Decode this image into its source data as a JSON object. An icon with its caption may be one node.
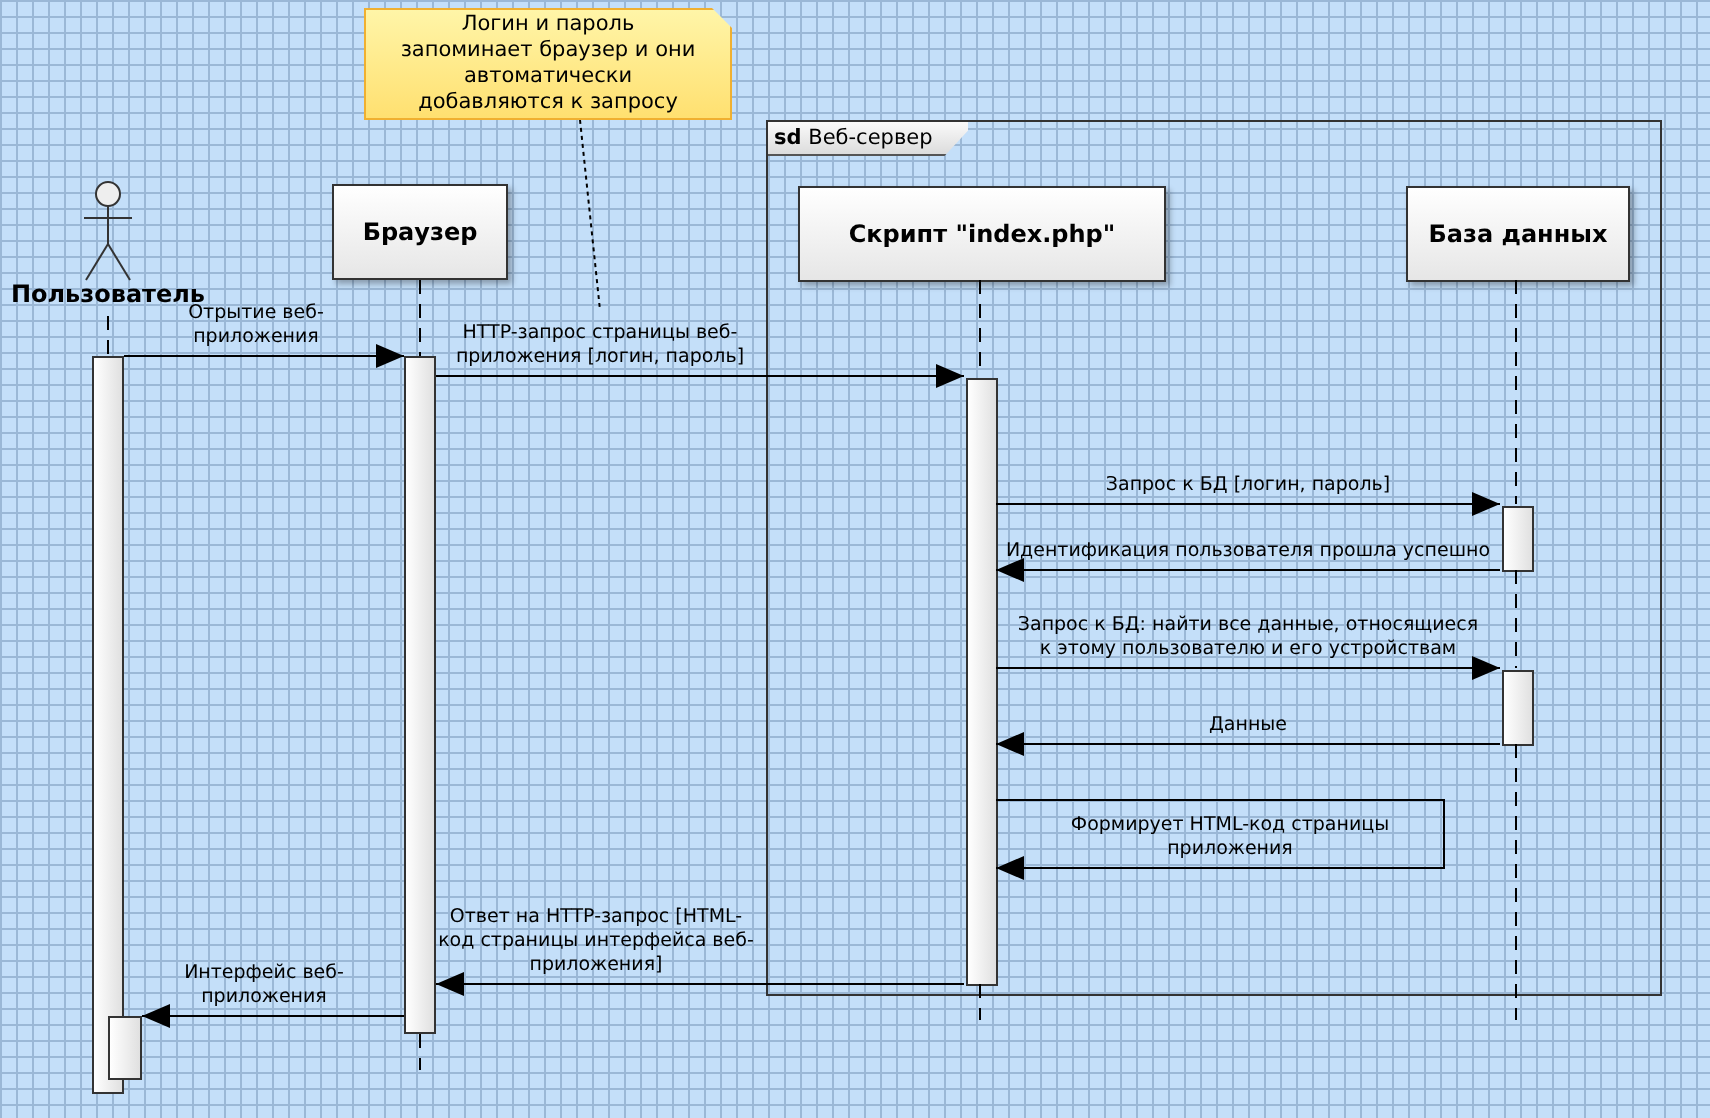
{
  "diagram": {
    "nodes": [
      {
        "text": [
          "Логин и пароль запоминает браузер и они автоматически добавляются к запросу"
        ]
      },
      {
        "text": [
          "**sd** Веб-сервер"
        ]
      },
      {
        "text": [
          "Пользователь"
        ]
      },
      {
        "text": [
          "Браузер"
        ]
      },
      {
        "text": [
          "Скрипт \"index.php\""
        ],
        "in": 1
      },
      {
        "text": [
          "База данных"
        ],
        "in": 1
      },
      {
        "text": [],
        "shape": "bar"
      },
      {
        "text": [],
        "shape": "bar"
      },
      {
        "text": [],
        "shape": "bar"
      },
      {
        "text": [],
        "shape": "bar",
        "in": 1
      },
      {
        "text": [],
        "shape": "bar",
        "in": 1
      },
      {
        "text": [],
        "shape": "bar",
        "in": 1
      }
    ],
    "edges": [
      {
        "from": 6,
        "to": 8,
        "arrow": "to",
        "label": "Отрытие веб-приложения"
      },
      {
        "from": 8,
        "to": 9,
        "arrow": "to",
        "label": "HTTP-запрос страницы веб-приложения [логин, пароль]"
      },
      {
        "from": 9,
        "to": 10,
        "arrow": "to",
        "label": "Запрос к БД [логин, пароль]"
      },
      {
        "from": 10,
        "to": 9,
        "arrow": "to",
        "label": "Идентификация пользователя прошла успешно"
      },
      {
        "from": 9,
        "to": 11,
        "arrow": "to",
        "label": "Запрос к БД: найти все данные, относящиеся к этому пользователю и его устройствам"
      },
      {
        "from": 11,
        "to": 9,
        "arrow": "to",
        "label": "Данные"
      },
      {
        "from": 9,
        "to": 9,
        "arrow": "to",
        "label": "Формирует HTML-код страницы приложения"
      },
      {
        "from": 9,
        "to": 8,
        "arrow": "to",
        "label": "Ответ на HTTP-запрос [HTML-код страницы интерфейса веб-приложения]"
      },
      {
        "from": 8,
        "to": 7,
        "arrow": "to",
        "label": "Интерфейс веб-приложения"
      },
      {
        "from": 0,
        "to": null,
        "arrow": "none",
        "style": "dashed"
      },
      {
        "from": 2,
        "to": 6,
        "arrow": "none",
        "style": "dashed"
      },
      {
        "from": 3,
        "to": 8,
        "arrow": "none",
        "style": "dashed"
      },
      {
        "from": 8,
        "to": null,
        "arrow": "none",
        "style": "dashed"
      },
      {
        "from": 4,
        "to": 9,
        "arrow": "none",
        "style": "dashed"
      },
      {
        "from": 9,
        "to": null,
        "arrow": "none",
        "style": "dashed"
      },
      {
        "from": 5,
        "to": 10,
        "arrow": "none",
        "style": "dashed"
      },
      {
        "from": 10,
        "to": 11,
        "arrow": "none",
        "style": "dashed"
      },
      {
        "from": 11,
        "to": null,
        "arrow": "none",
        "style": "dashed"
      }
    ]
  }
}
